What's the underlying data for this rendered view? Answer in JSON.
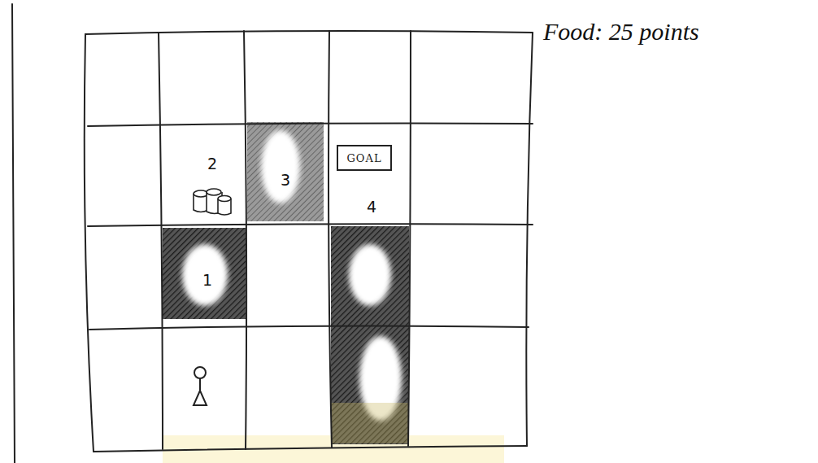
{
  "diagram": {
    "nodes": [
      {
        "text": [
          "GOAL"
        ]
      }
    ],
    "labels": [
      "Food: 25 points",
      "2",
      "3",
      "4",
      "1"
    ]
  }
}
